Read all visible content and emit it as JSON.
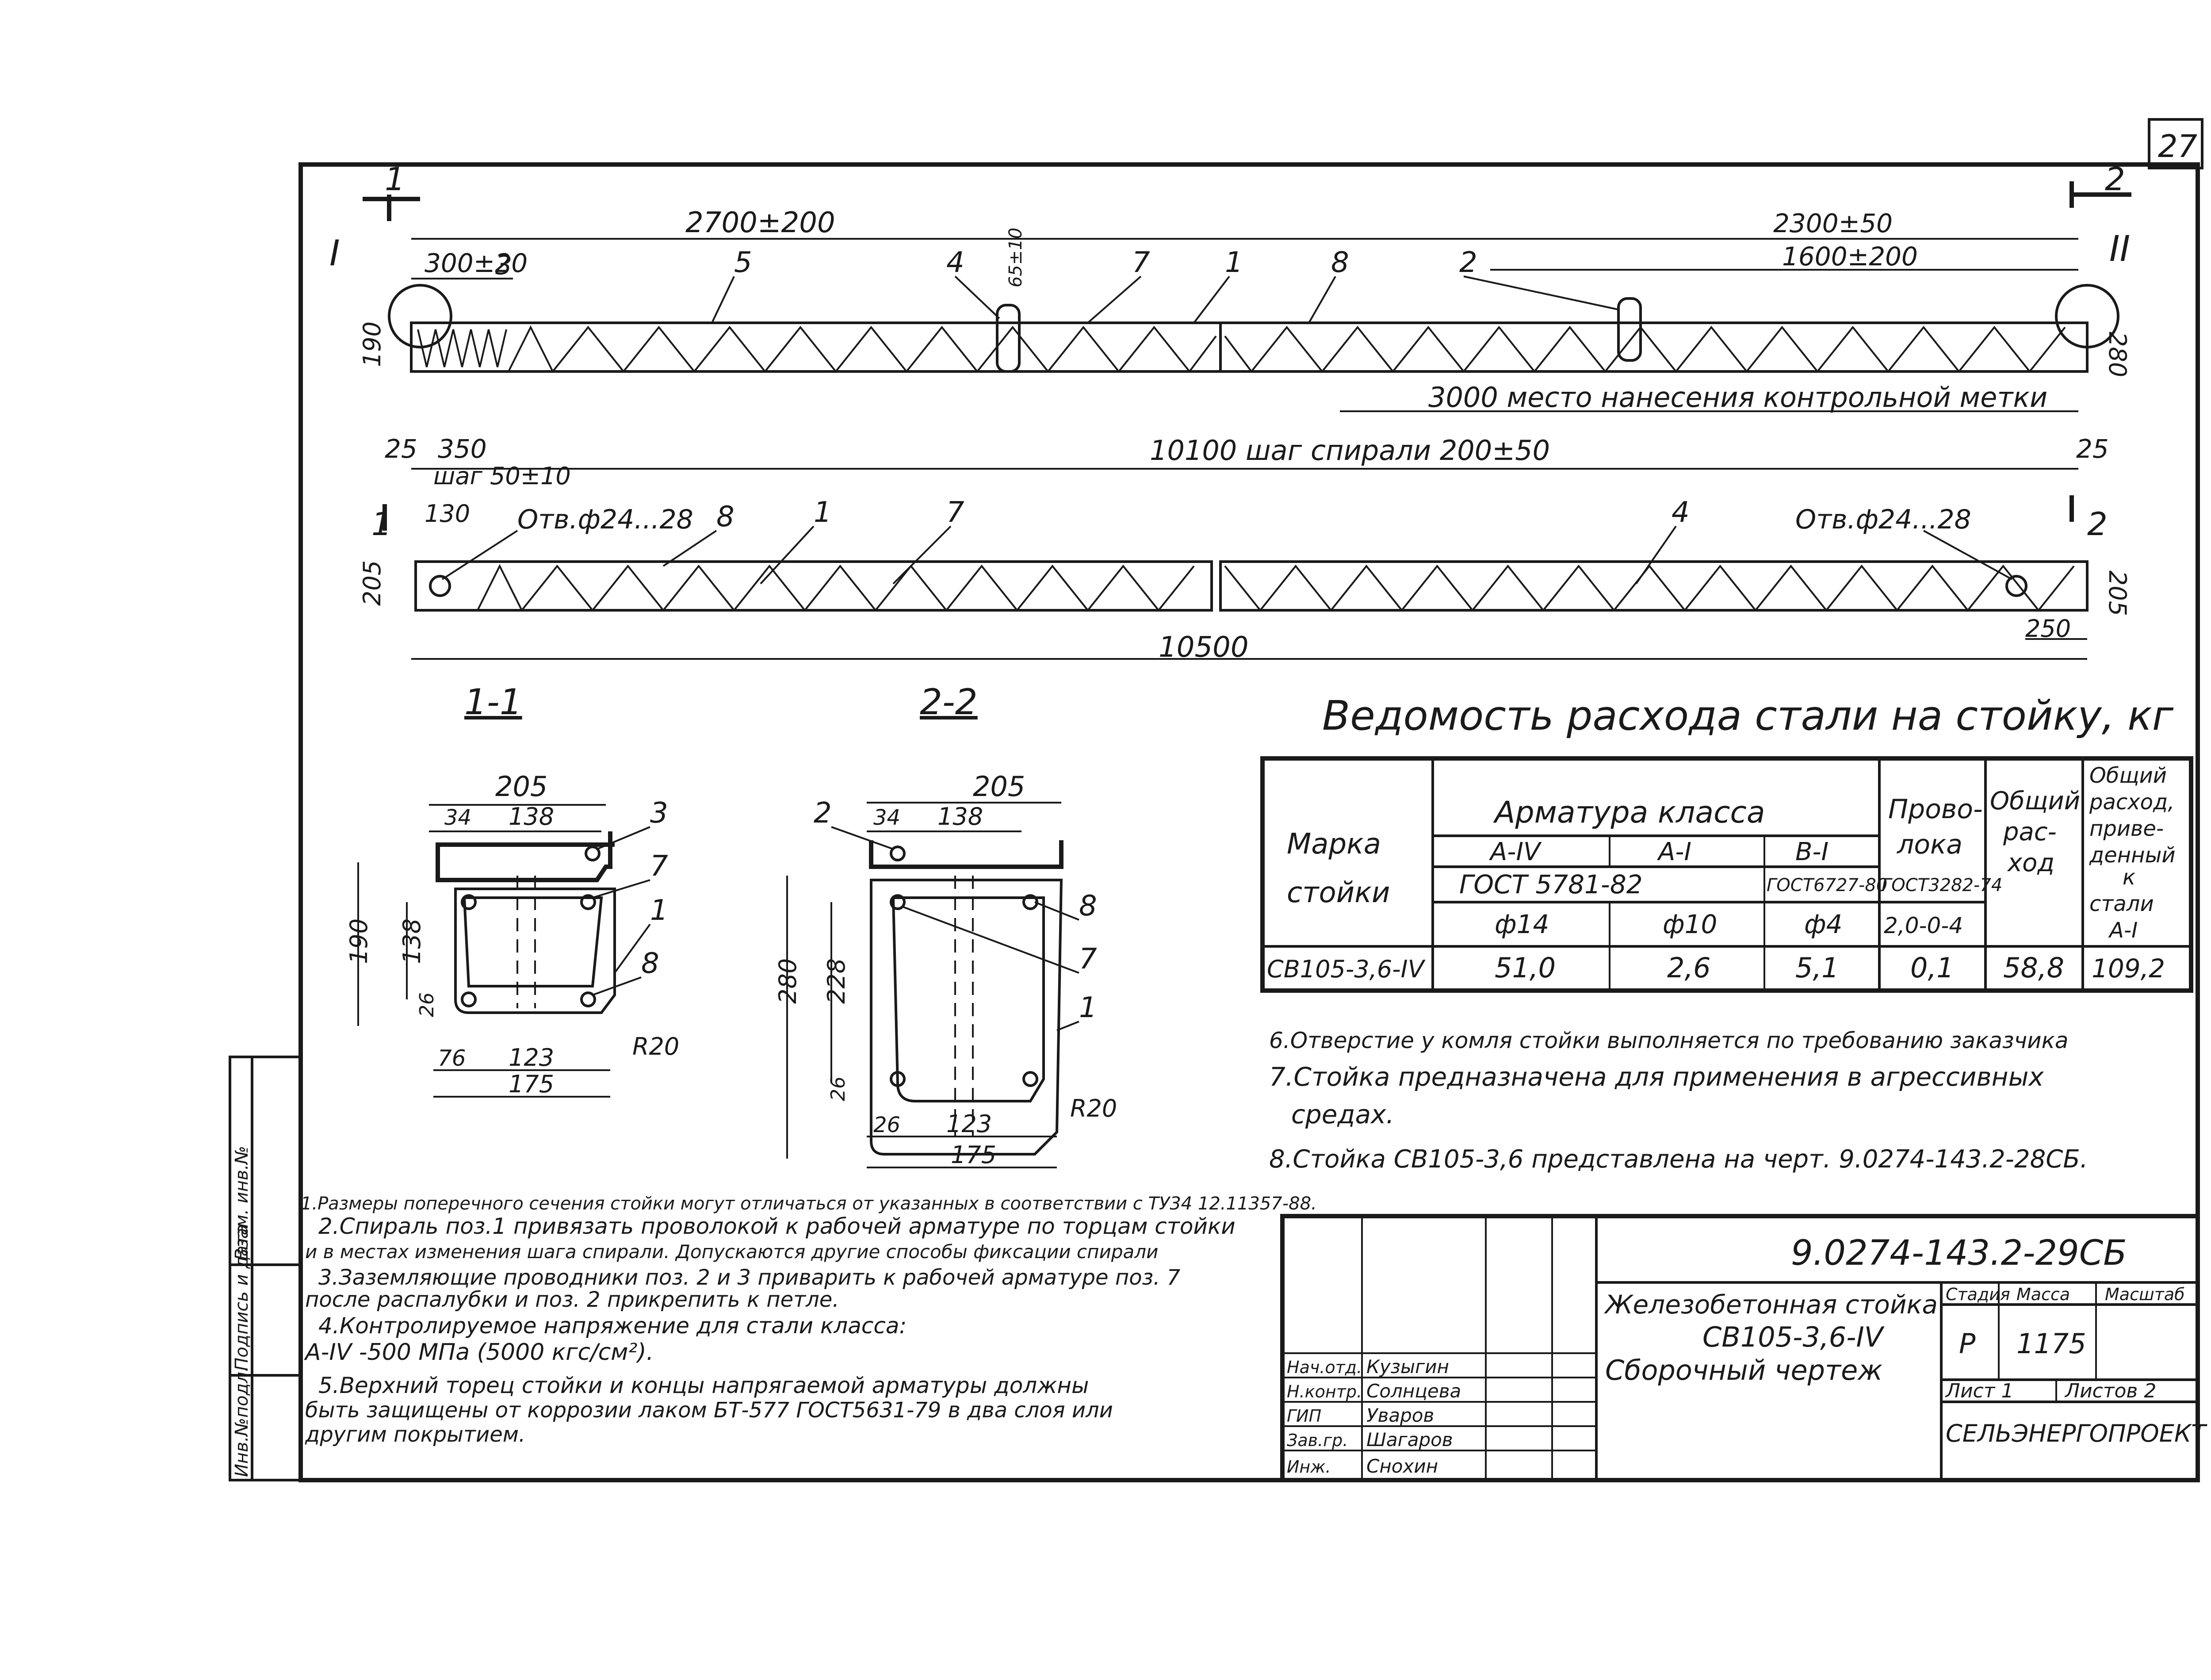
{
  "sheet_number": "27",
  "top_view": {
    "section_marks": {
      "left": "1",
      "right": "2",
      "node_left": "I",
      "node_right": "II"
    },
    "dims": {
      "overall_top_left": "2700±200",
      "overall_top_right": "2300±50",
      "end_zone": "300±20",
      "right_spiral": "1600±200",
      "height_left": "190",
      "height_right": "280",
      "loop_offset": "65±10",
      "control_mark": "3000 место нанесения контрольной метки",
      "left_gap": "25",
      "left_spiral": "350",
      "spiral_step": "10100 шаг спирали 200±50",
      "right_gap": "25",
      "end_step": "шаг 50±10"
    },
    "callouts": [
      "3",
      "5",
      "4",
      "7",
      "1",
      "8",
      "2"
    ]
  },
  "bottom_view": {
    "dims": {
      "offset": "130",
      "hole_left": "Отв.ф24...28",
      "hole_right": "Отв.ф24...28",
      "height_left": "205",
      "height_right": "205",
      "right_offset": "250",
      "total_length": "10500"
    },
    "callouts": [
      "8",
      "1",
      "7",
      "4"
    ]
  },
  "section_1_1": {
    "title": "1-1",
    "dims": {
      "top": "205",
      "a": "34",
      "b": "138",
      "height": "190",
      "inner": "138",
      "bot_a": "26",
      "bot_b": "123",
      "bot_c": "76",
      "bottom": "175",
      "radius": "R20"
    },
    "callouts": [
      "3",
      "7",
      "1",
      "8"
    ]
  },
  "section_2_2": {
    "title": "2-2",
    "dims": {
      "top": "205",
      "a": "34",
      "b": "138",
      "height": "280",
      "inner": "228",
      "bot_a": "26",
      "bot_b": "123",
      "left_small": "26",
      "bottom": "175",
      "radius": "R20"
    },
    "callouts": [
      "2",
      "8",
      "7",
      "1"
    ]
  },
  "steel_table": {
    "title": "Ведомость расхода стали на стойку, кг",
    "headers": {
      "mark": [
        "Марка",
        "стойки"
      ],
      "reinforcement": "Арматура класса",
      "wire": [
        "Прово-",
        "лока"
      ],
      "total": [
        "Общий",
        "рас-",
        "ход"
      ],
      "total_reduced": [
        "Общий",
        "расход,",
        "приве-",
        "денный",
        "к",
        "стали",
        "А-I"
      ]
    },
    "classes": [
      "А-IV",
      "А-I",
      "В-I"
    ],
    "standards": [
      "ГОСТ 5781-82",
      "ГОСТ6727-80",
      "ГОСТ3282-74"
    ],
    "diameters": [
      "ф14",
      "ф10",
      "ф4",
      "2,0-0-4"
    ],
    "row": {
      "mark": "СВ105-3,6-IV",
      "a4": "51,0",
      "a1": "2,6",
      "b1": "5,1",
      "wire": "0,1",
      "total": "58,8",
      "reduced": "109,2"
    }
  },
  "notes_right": [
    "6.Отверстие у комля стойки выполняется по требованию заказчика",
    "7.Стойка предназначена для применения в агрессивных",
    "средах.",
    "8.Стойка СВ105-3,6 представлена на черт. 9.0274-143.2-28СБ."
  ],
  "notes_left": [
    "1.Размеры поперечного сечения стойки могут отличаться от указанных в соответствии с ТУ34 12.11357-88.",
    "2.Спираль поз.1 привязать проволокой к рабочей арматуре по торцам стойки",
    "и в местах изменения шага спирали. Допускаются другие способы фиксации спирали",
    "3.Заземляющие проводники поз. 2 и 3 приварить к рабочей арматуре поз. 7",
    "после распалубки и поз. 2 прикрепить к петле.",
    "4.Контролируемое напряжение для стали класса:",
    "А-IV -500 МПа (5000 кгс/см²).",
    "5.Верхний торец стойки и концы напрягаемой арматуры должны",
    "быть защищены от коррозии лаком БТ-577 ГОСТ5631-79 в два слоя или",
    "другим покрытием."
  ],
  "side_stamp": [
    "Инв.№подл.",
    "Подпись и дата",
    "Взам. инв.№"
  ],
  "title_block": {
    "doc_code": "9.0274-143.2-29СБ",
    "name": [
      "Железобетонная стойка",
      "СВ105-3,6-IV",
      "Сборочный чертеж"
    ],
    "stage_head": "Стадия",
    "mass_head": "Масса",
    "scale_head": "Масштаб",
    "stage": "Р",
    "mass": "1175",
    "sheet": "Лист 1",
    "sheets": "Листов 2",
    "org": "СЕЛЬЭНЕРГОПРОЕКТ",
    "people": [
      {
        "role": "Нач.отд.",
        "name": "Кузыгин"
      },
      {
        "role": "Н.контр.",
        "name": "Солнцева"
      },
      {
        "role": "ГИП",
        "name": "Уваров"
      },
      {
        "role": "Зав.гр.",
        "name": "Шагаров"
      },
      {
        "role": "Инж.",
        "name": "Снохин"
      }
    ]
  }
}
